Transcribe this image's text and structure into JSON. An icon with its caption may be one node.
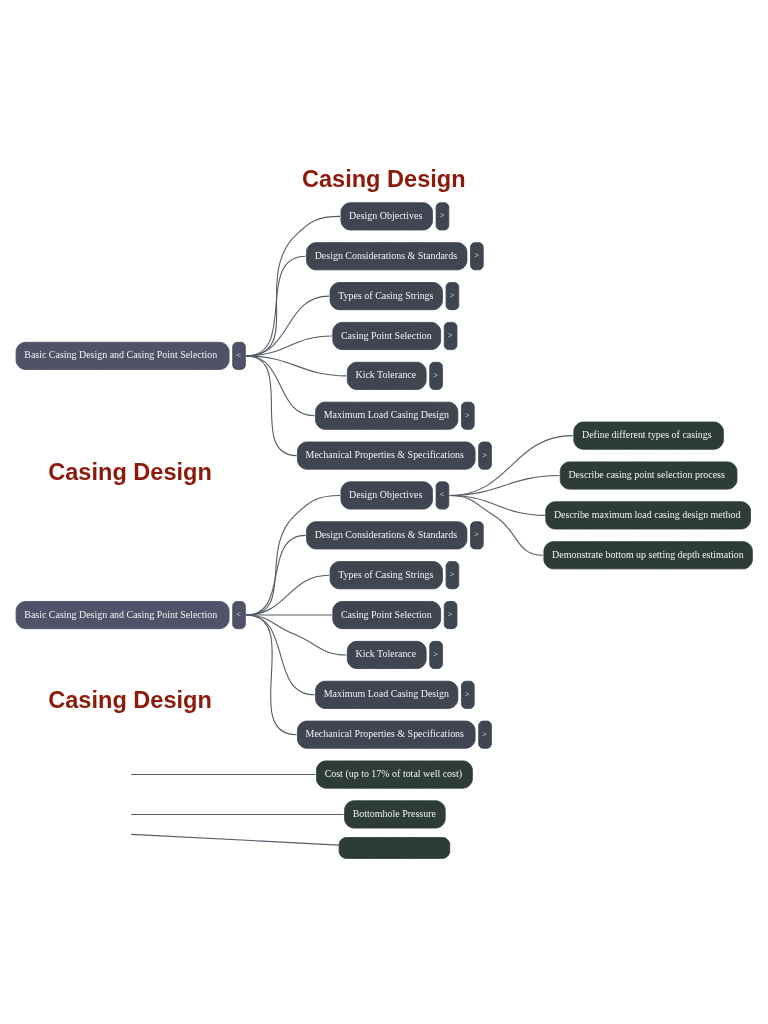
{
  "diagram": {
    "title": "Casing Design",
    "nodes": [
      {
        "text": [
          "Basic Casing Design and Casing Point Selection"
        ],
        "beside": [
          "<"
        ]
      },
      {
        "text": [
          "Design Objectives"
        ],
        "beside": [
          ">"
        ]
      },
      {
        "text": [
          "Design Considerations & Standards"
        ],
        "beside": [
          ">"
        ]
      },
      {
        "text": [
          "Types of Casing Strings"
        ],
        "beside": [
          ">"
        ]
      },
      {
        "text": [
          "Casing Point Selection"
        ],
        "beside": [
          ">"
        ]
      },
      {
        "text": [
          "Kick Tolerance"
        ],
        "beside": [
          ">"
        ]
      },
      {
        "text": [
          "Maximum Load Casing Design"
        ],
        "beside": [
          ">"
        ]
      },
      {
        "text": [
          "Mechanical Properties & Specifications"
        ],
        "beside": [
          ">"
        ]
      },
      {
        "text": [
          "Basic Casing Design and Casing Point Selection"
        ],
        "beside": [
          "<"
        ]
      },
      {
        "text": [
          "Design Objectives"
        ],
        "beside": [
          "<"
        ]
      },
      {
        "text": [
          "Define different types of casings"
        ]
      },
      {
        "text": [
          "Describe casing point selection process"
        ]
      },
      {
        "text": [
          "Describe maximum load casing design method"
        ]
      },
      {
        "text": [
          "Demonstrate bottom up setting depth estimation"
        ]
      },
      {
        "text": [
          "Design Considerations & Standards"
        ],
        "beside": [
          ">"
        ]
      },
      {
        "text": [
          "Types of Casing Strings"
        ],
        "beside": [
          ">"
        ]
      },
      {
        "text": [
          "Casing Point Selection"
        ],
        "beside": [
          ">"
        ]
      },
      {
        "text": [
          "Kick Tolerance"
        ],
        "beside": [
          ">"
        ]
      },
      {
        "text": [
          "Maximum Load Casing Design"
        ],
        "beside": [
          ">"
        ]
      },
      {
        "text": [
          "Mechanical Properties & Specifications"
        ],
        "beside": [
          ">"
        ]
      },
      {
        "text": [
          "Cost (up to 17% of total well cost)"
        ]
      },
      {
        "text": [
          "Bottomhole Pressure"
        ]
      },
      {
        "text": [],
        "shape": "box"
      }
    ],
    "edges": [
      {
        "from": 0,
        "to": 1,
        "arrow": "none"
      },
      {
        "from": 0,
        "to": 2,
        "arrow": "none"
      },
      {
        "from": 0,
        "to": 3,
        "arrow": "none"
      },
      {
        "from": 0,
        "to": 4,
        "arrow": "none"
      },
      {
        "from": 0,
        "to": 5,
        "arrow": "none"
      },
      {
        "from": 0,
        "to": 6,
        "arrow": "none"
      },
      {
        "from": 0,
        "to": 7,
        "arrow": "none"
      },
      {
        "from": 8,
        "to": 9,
        "arrow": "none"
      },
      {
        "from": 9,
        "to": 10,
        "arrow": "none"
      },
      {
        "from": 9,
        "to": 11,
        "arrow": "none"
      },
      {
        "from": 9,
        "to": 12,
        "arrow": "none"
      },
      {
        "from": 9,
        "to": 13,
        "arrow": "none"
      },
      {
        "from": 8,
        "to": 14,
        "arrow": "none"
      },
      {
        "from": 8,
        "to": 15,
        "arrow": "none"
      },
      {
        "from": 8,
        "to": 16,
        "arrow": "none"
      },
      {
        "from": 8,
        "to": 17,
        "arrow": "none"
      },
      {
        "from": 8,
        "to": 18,
        "arrow": "none"
      },
      {
        "from": 8,
        "to": 19,
        "arrow": "none"
      },
      {
        "from": null,
        "to": 20,
        "arrow": "none"
      },
      {
        "from": null,
        "to": 21,
        "arrow": "none"
      },
      {
        "from": null,
        "to": 22,
        "arrow": "none"
      }
    ],
    "labels": [
      "Casing Design",
      "Casing Design"
    ]
  }
}
